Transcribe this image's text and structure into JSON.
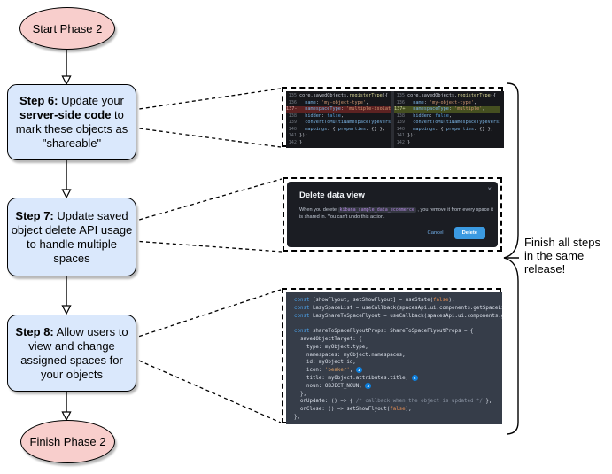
{
  "flow": {
    "start": "Start Phase 2",
    "finish": "Finish Phase 2",
    "step6": {
      "bold1": "Step 6:",
      "text1": " Update your ",
      "bold2": "server-side code",
      "text2": " to mark these objects as \"shareable\""
    },
    "step7": {
      "bold": "Step 7:",
      "text": " Update saved object delete API usage to handle multiple spaces"
    },
    "step8": {
      "bold": "Step 8:",
      "text": " Allow users to view and change assigned spaces for your objects"
    },
    "note": "Finish all steps in the same release!"
  },
  "diff": {
    "line_numbers_left": [
      "135",
      "136",
      "137-",
      "138",
      "139",
      "140",
      "141",
      "142"
    ],
    "line_numbers_right": [
      "135",
      "136",
      "137+",
      "138",
      "139",
      "140",
      "141",
      "142"
    ],
    "left_lines": [
      "core.savedObjects.registerType({",
      "  name: 'my-object-type',",
      "  namespaceType: 'multiple-isolated',",
      "  hidden: false,",
      "  convertToMultiNamespaceTypeVersion: '",
      "  mappings: { properties: {} },",
      "});",
      "}"
    ],
    "right_lines": [
      "core.savedObjects.registerType({",
      "  name: 'my-object-type',",
      "  namespaceType: 'multiple',",
      "  hidden: false,",
      "  convertToMultiNamespaceTypeVersion: '",
      "  mappings: { properties: {} },",
      "});",
      "}"
    ],
    "removed_row": 2,
    "added_row": 2
  },
  "modal": {
    "title": "Delete data view",
    "close_icon": "×",
    "body_before": "When you delete ",
    "code": "kibana_sample_data_ecommerce",
    "body_after": " , you remove it from every space it is shared in. You can't undo this action.",
    "cancel_label": "Cancel",
    "delete_label": "Delete",
    "accent_color": "#3b9ae1"
  },
  "code3": {
    "lines": [
      "const [showFlyout, setShowFlyout] = useState(false);",
      "const LazySpaceList = useCallback(spacesApi.ui.components.getSpaceLis",
      "const LazyShareToSpaceFlyout = useCallback(spacesApi.ui.components.ge",
      "",
      "const shareToSpaceFlyoutProps: ShareToSpaceFlyoutProps = {",
      "  savedObjectTarget: {",
      "    type: myObject.type,",
      "    namespaces: myObject.namespaces,",
      "    id: myObject.id,",
      "    icon: 'beaker', {1}",
      "    title: myObject.attributes.title, {2}",
      "    noun: OBJECT_NOUN, {3}",
      "  },",
      "  onUpdate: () => { /* callback when the object is updated */ },",
      "  onClose: () => setShowFlyout(false),",
      "};"
    ]
  },
  "colors": {
    "node_blue_fill": "#dae8fc",
    "node_pink_fill": "#f8cecc",
    "diff_removed_bg": "#5c2222",
    "diff_added_bg": "#454f20",
    "code_dark_bg": "#16171b",
    "code_slate_bg": "#363d49",
    "modal_bg": "#1b1d23"
  }
}
